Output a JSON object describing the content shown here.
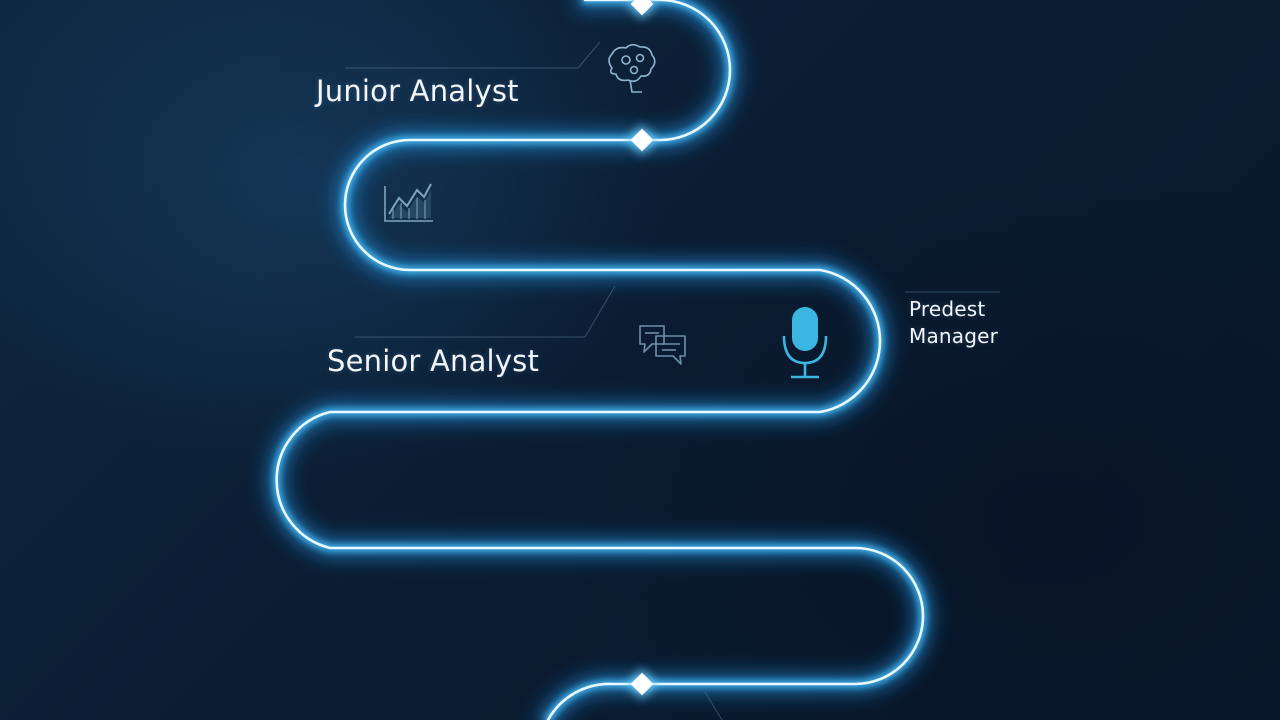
{
  "diagram": {
    "stages": [
      {
        "id": "junior",
        "label": "Junior Analyst",
        "icon": "brain-gears-icon"
      },
      {
        "id": "senior",
        "label": "Senior Analyst",
        "icon": "chat-bubbles-icon"
      },
      {
        "id": "manager",
        "label_line1": "Predest",
        "label_line2": "Manager",
        "icon": "microphone-icon"
      }
    ],
    "extra_icons": [
      "line-chart-icon"
    ],
    "colors": {
      "background": "#0b1d33",
      "path_glow": "#3ab8ff",
      "path_core": "#e6f7ff",
      "icon_stroke": "#8fb3cf",
      "mic_fill": "#3bb6e0",
      "label_text": "#f2f6fa"
    }
  }
}
